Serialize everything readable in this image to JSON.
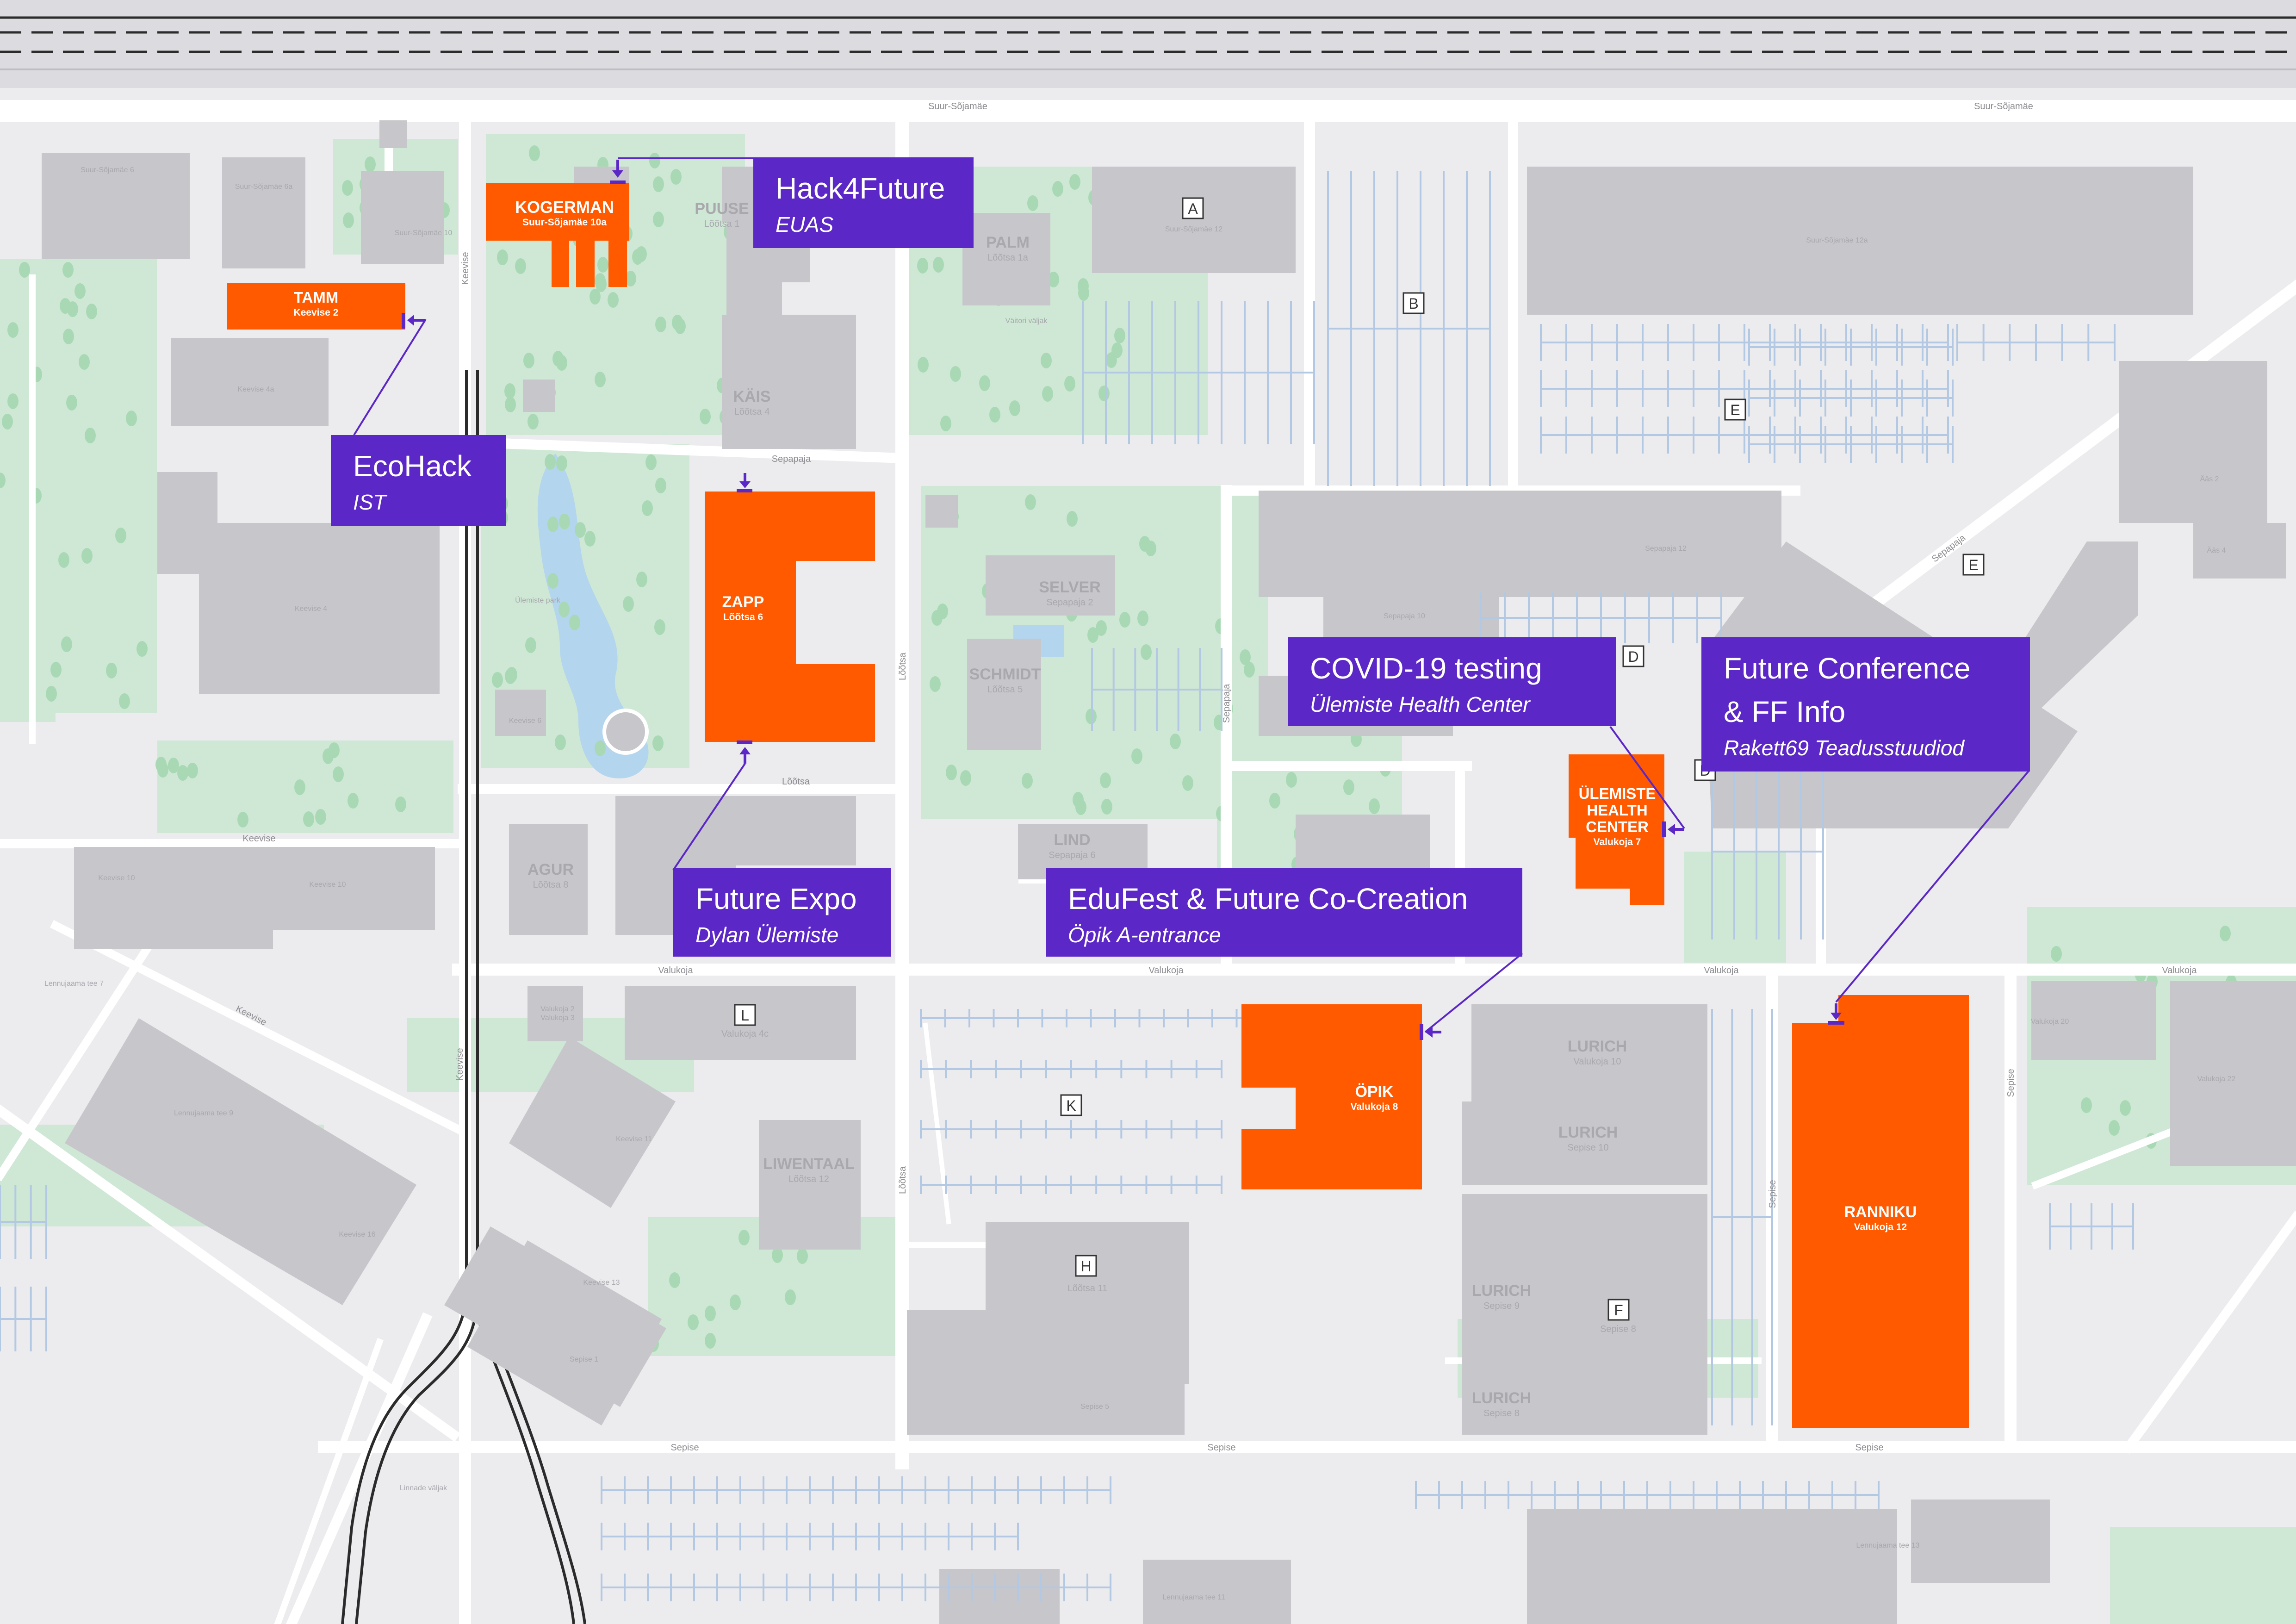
{
  "colors": {
    "background": "#ececef",
    "building": "#c7c7cb",
    "park": "#cfe8d5",
    "tree": "#a9d9b4",
    "water": "#b3d5ee",
    "road": "#ffffff",
    "venue": "#ff5a00",
    "callout": "#5b27c6",
    "rail": "#2b2b2b"
  },
  "streets": {
    "suur_sojamae_top": "Suur-Sõjamäe",
    "suur_sojamae_right": "Suur-Sõjamäe",
    "keevise": "Keevise",
    "keevise_vertical": "Keevise",
    "keevise_lower": "Keevise",
    "keevise_diag": "Keevise",
    "sepapaja": "Sepapaja",
    "sepapaja_vertical": "Sepapaja",
    "sepapaja_diag": "Sepapaja",
    "lootsa": "Lõõtsa",
    "lootsa_vertical": "Lõõtsa",
    "lootsa_lower": "Lõõtsa",
    "valukoja_1": "Valukoja",
    "valukoja_2": "Valukoja",
    "valukoja_3": "Valukoja",
    "valukoja_4": "Valukoja",
    "sepise_1": "Sepise",
    "sepise_2": "Sepise",
    "sepise_3": "Sepise",
    "sepise_vertical": "Sepise",
    "sepise_vertical_right": "Sepise"
  },
  "buildings": {
    "puuse": "PUUSE",
    "puuse_addr": "Lõõtsa 1",
    "palm": "PALM",
    "palm_addr": "Lõõtsa 1a",
    "kais": "KÄIS",
    "kais_addr": "Lõõtsa 4",
    "selver": "SELVER",
    "selver_addr": "Sepapaja 2",
    "schmidt": "SCHMIDT",
    "schmidt_addr": "Lõõtsa 5",
    "lind": "LIND",
    "lind_addr": "Sepapaja 6",
    "agur": "AGUR",
    "agur_addr": "Lõõtsa 8",
    "liwentaal": "LIWENTAAL",
    "liwentaal_addr": "Lõõtsa 12",
    "lurich1": "LURICH",
    "lurich1_addr": "Valukoja 10",
    "lurich2": "LURICH",
    "lurich2_addr": "Sepise 10",
    "lurich3": "LURICH",
    "lurich3_addr": "Sepise 9",
    "lurich4": "LURICH",
    "lurich4_addr": "Sepise 8",
    "suur_sojamae_12": "Suur-Sõjamäe 12",
    "suur_sojamae_12a": "Suur-Sõjamäe 12a",
    "suur_sojamae_6": "Suur-Sõjamäe 6",
    "suur_sojamae_6a": "Suur-Sõjamäe 6a",
    "suur_sojamae_10": "Suur-Sõjamäe 10",
    "keevise_4a": "Keevise 4a",
    "keevise_4": "Keevise 4",
    "keevise_6": "Keevise 6",
    "keevise_10a": "Keevise 10",
    "keevise_10b": "Keevise 10",
    "keevise_11": "Keevise 11",
    "keevise_13": "Keevise 13",
    "keevise_16": "Keevise 16",
    "lennujaama_7": "Lennujaama tee 7",
    "lennujaama_9": "Lennujaama tee 9",
    "lennujaama_11": "Lennujaama tee 11",
    "lennujaama_13": "Lennujaama tee 13",
    "valukoja_2": "Valukoja 2",
    "valukoja_3": "Valukoja 3",
    "valukoja_4c": "Valukoja 4c",
    "valukoja_20": "Valukoja 20",
    "valukoja_22": "Valukoja 22",
    "lootsa_11": "Lõõtsa 11",
    "sepise_1": "Sepise 1",
    "sepise_5": "Sepise 5",
    "sepise_8": "Sepise 8",
    "sepapaja_10": "Sepapaja 10",
    "sepapaja_12": "Sepapaja 12",
    "aae_2": "Ääs 2",
    "aae_4": "Ääs 4",
    "ulemiste_park": "Ülemiste park",
    "vaatlus": "Väitori väljak",
    "linnade_valjak": "Linnade väljak"
  },
  "parking_letters": [
    "A",
    "B",
    "E",
    "E",
    "D",
    "D",
    "L",
    "K",
    "H",
    "F"
  ],
  "venues": {
    "kogerman": "KOGERMAN",
    "kogerman_addr": "Suur-Sõjamäe 10a",
    "tamm": "TAMM",
    "tamm_addr": "Keevise 2",
    "zapp": "ZAPP",
    "zapp_addr": "Lõõtsa 6",
    "ulemiste_hc_1": "ÜLEMISTE",
    "ulemiste_hc_2": "HEALTH",
    "ulemiste_hc_3": "CENTER",
    "ulemiste_hc_addr": "Valukoja 7",
    "opik": "ÖPIK",
    "opik_addr": "Valukoja 8",
    "ranniku": "RANNIKU",
    "ranniku_addr": "Valukoja 12"
  },
  "callouts": {
    "hack4future": {
      "title": "Hack4Future",
      "subtitle": "EUAS"
    },
    "ecohack": {
      "title": "EcoHack",
      "subtitle": "IST"
    },
    "future_expo": {
      "title": "Future Expo",
      "subtitle": "Dylan Ülemiste"
    },
    "edufest": {
      "title": "EduFest & Future Co-Creation",
      "subtitle": "Öpik A-entrance"
    },
    "covid": {
      "title": "COVID-19 testing",
      "subtitle": "Ülemiste Health Center"
    },
    "future_conference": {
      "title_line1": "Future Conference",
      "title_line2": "& FF Info",
      "subtitle": "Rakett69 Teadusstuudiod"
    }
  }
}
